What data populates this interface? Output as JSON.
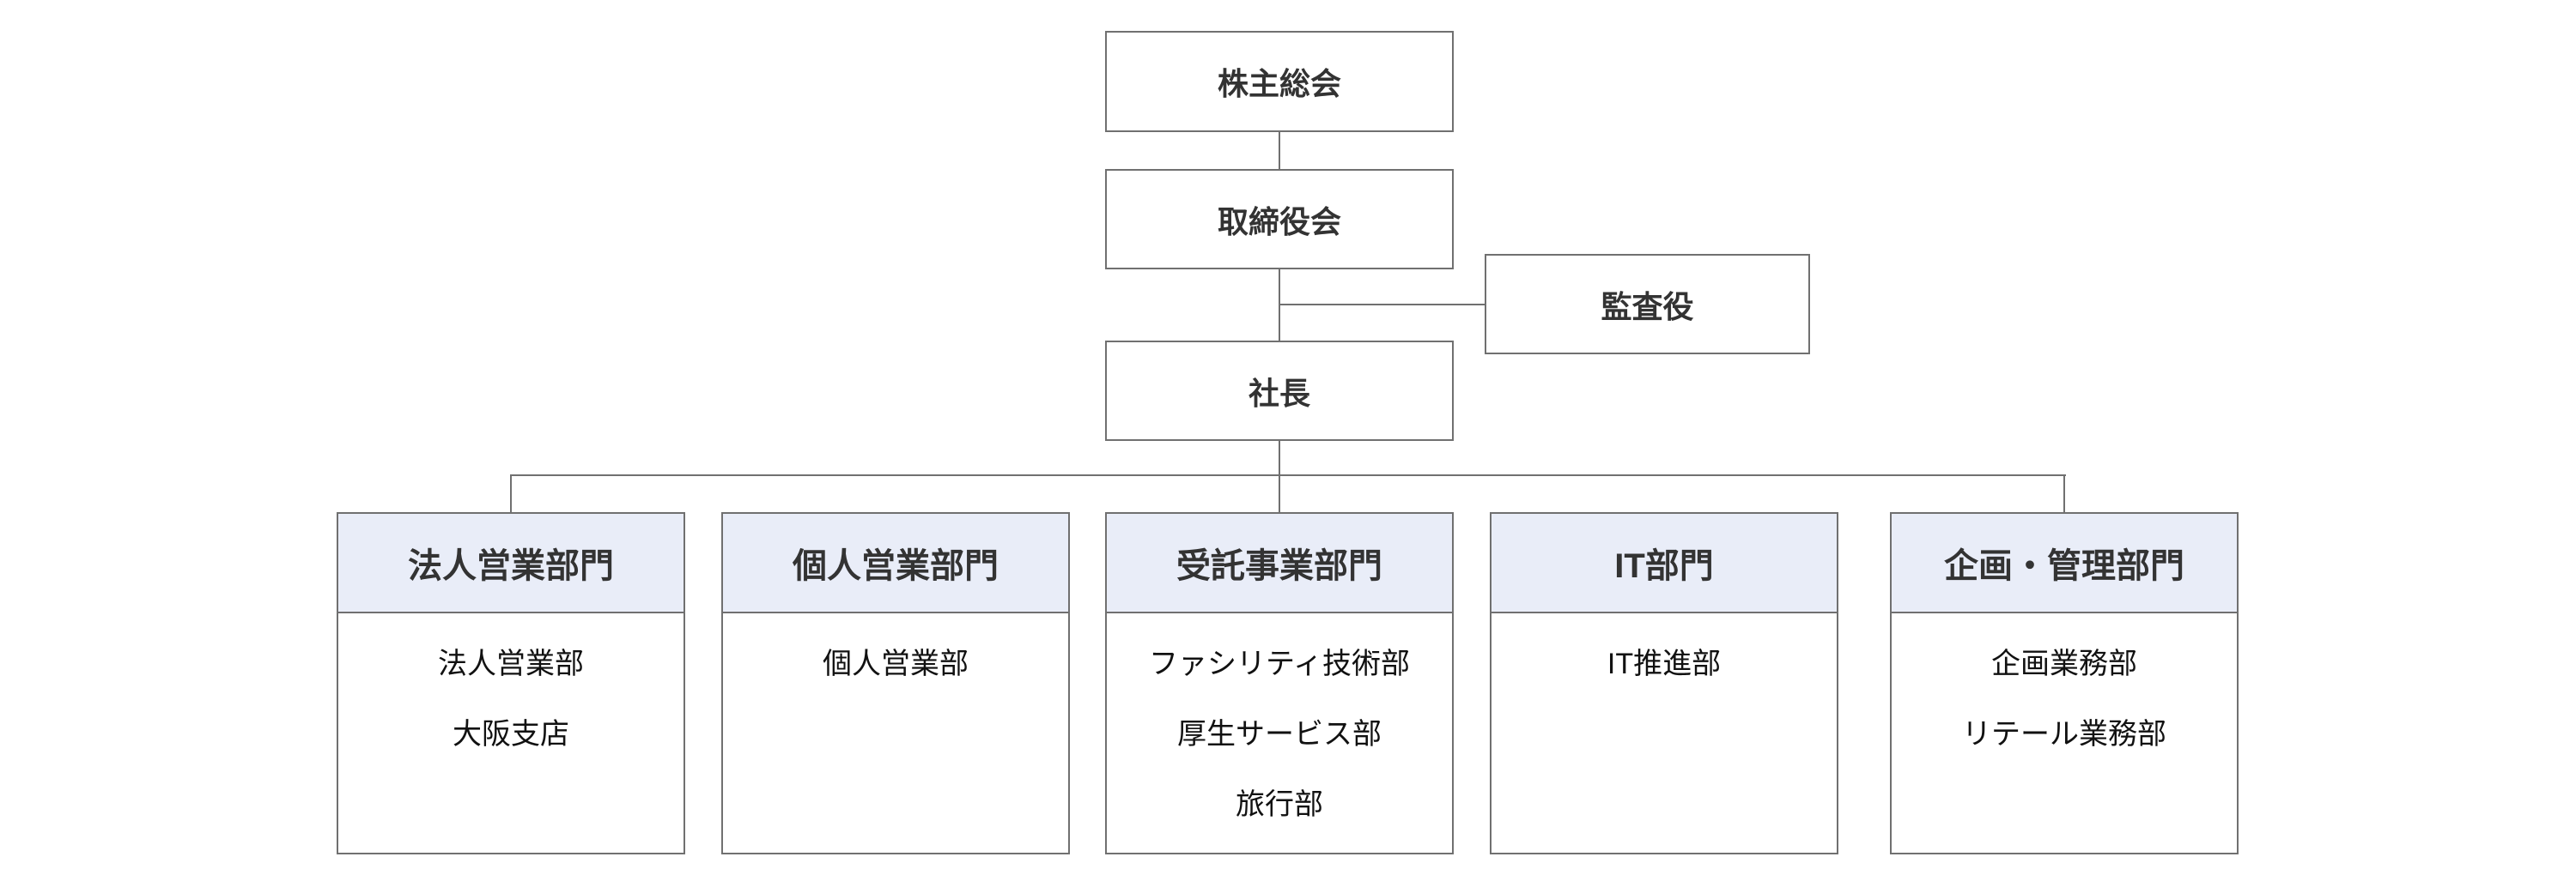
{
  "colors": {
    "background": "#ffffff",
    "line": "#707070",
    "header_fill": "#e9edf8",
    "heading_text": "#333333",
    "body_text": "#111111"
  },
  "nodes": {
    "shareholders_meeting": "株主総会",
    "board_of_directors": "取締役会",
    "auditor": "監査役",
    "president": "社長"
  },
  "divisions": [
    {
      "name": "法人営業部門",
      "departments": [
        "法人営業部",
        "大阪支店"
      ]
    },
    {
      "name": "個人営業部門",
      "departments": [
        "個人営業部"
      ]
    },
    {
      "name": "受託事業部門",
      "departments": [
        "ファシリティ技術部",
        "厚生サービス部",
        "旅行部"
      ]
    },
    {
      "name": "IT部門",
      "departments": [
        "IT推進部"
      ]
    },
    {
      "name": "企画・管理部門",
      "departments": [
        "企画業務部",
        "リテール業務部"
      ]
    }
  ]
}
